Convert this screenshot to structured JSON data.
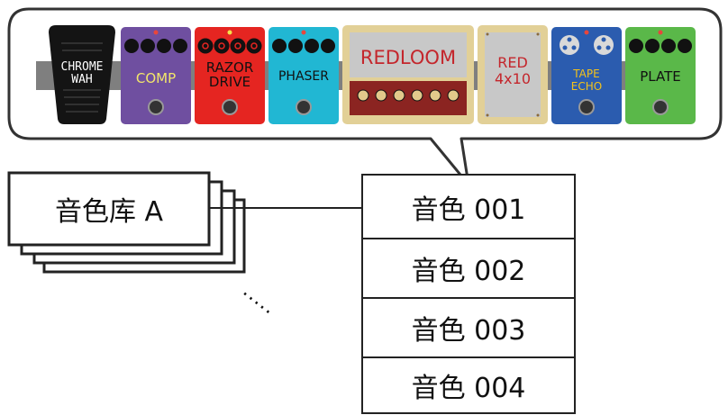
{
  "board": {
    "pedals": [
      {
        "id": "wah",
        "label_line1": "CHROME",
        "label_line2": "WAH",
        "body_color": "#141414",
        "text_color": "#ffffff"
      },
      {
        "id": "comp",
        "label_line1": "COMP",
        "body_color": "#6f4fa0",
        "text_color": "#f2e66a"
      },
      {
        "id": "razor",
        "label_line1": "RAZOR",
        "label_line2": "DRIVE",
        "body_color": "#e52521",
        "text_color": "#111111"
      },
      {
        "id": "phaser",
        "label_line1": "PHASER",
        "body_color": "#21b7d3",
        "text_color": "#111111"
      },
      {
        "id": "amp",
        "label_line1": "REDLOOM",
        "body_color": "#e2d097",
        "text_color": "#c4262c"
      },
      {
        "id": "cab",
        "label_line1": "RED",
        "label_line2": "4x10",
        "body_color": "#e2d097",
        "text_color": "#c4262c"
      },
      {
        "id": "tape",
        "label_line1": "TAPE",
        "label_line2": "ECHO",
        "body_color": "#2b5caf",
        "text_color": "#f4c21a"
      },
      {
        "id": "plate",
        "label_line1": "PLATE",
        "body_color": "#5ab849",
        "text_color": "#111111"
      }
    ]
  },
  "bank": {
    "label": "音色库 A",
    "more": "....."
  },
  "presets": [
    {
      "label": "音色 001"
    },
    {
      "label": "音色 002"
    },
    {
      "label": "音色 003"
    },
    {
      "label": "音色 004"
    }
  ],
  "colors": {
    "outline": "#333333",
    "bubble_fill": "#ffffff",
    "rail": "#7f7f7f",
    "knob": "#111111",
    "led": "#e8463c"
  }
}
